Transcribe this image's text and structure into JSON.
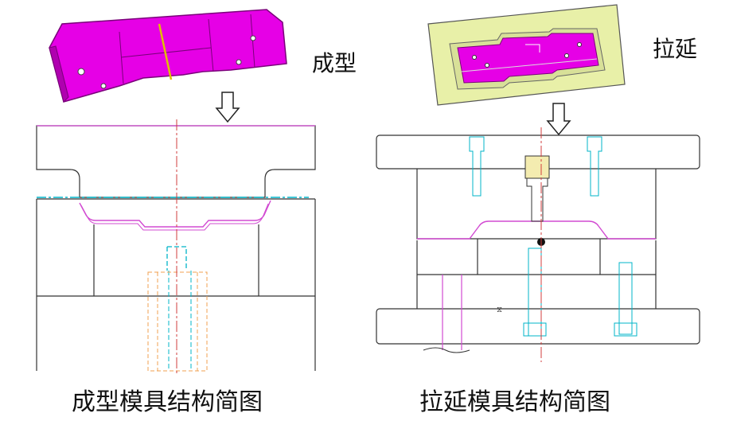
{
  "forming": {
    "label": "成型",
    "caption": "成型模具结构简图"
  },
  "drawing": {
    "label": "拉延",
    "caption": "拉延模具结构简图"
  },
  "colors": {
    "part": "#e600e6",
    "part_edge": "#7a007a",
    "die_plate": "#e8f0a8",
    "outline": "#333333",
    "centerline": "#d23c3c",
    "cyan": "#00b4c8",
    "orange": "#f0a050",
    "magenta_line": "#d24bd2"
  }
}
